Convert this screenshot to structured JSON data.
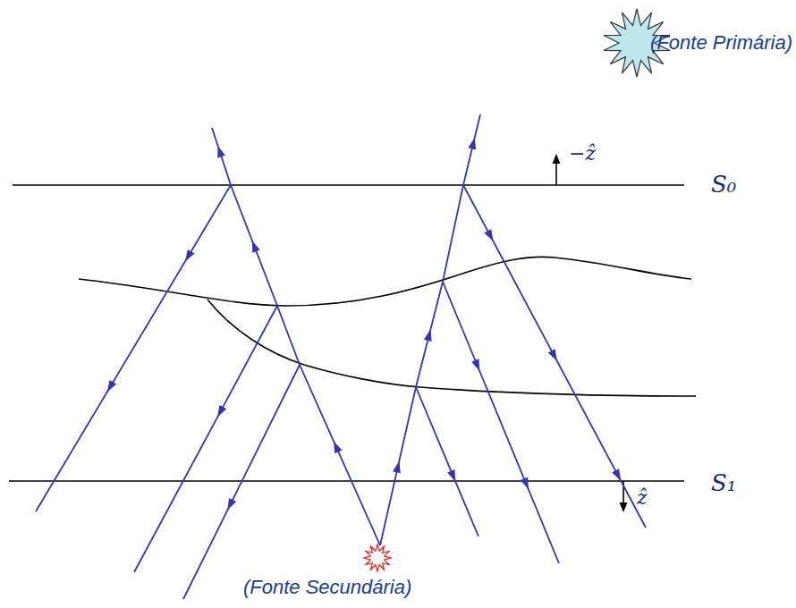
{
  "diagram": {
    "labels": [
      "(Fonte Primária)",
      "−ẑ",
      "S₀",
      "S₁",
      "ẑ",
      "(Fonte Secundária)"
    ]
  }
}
